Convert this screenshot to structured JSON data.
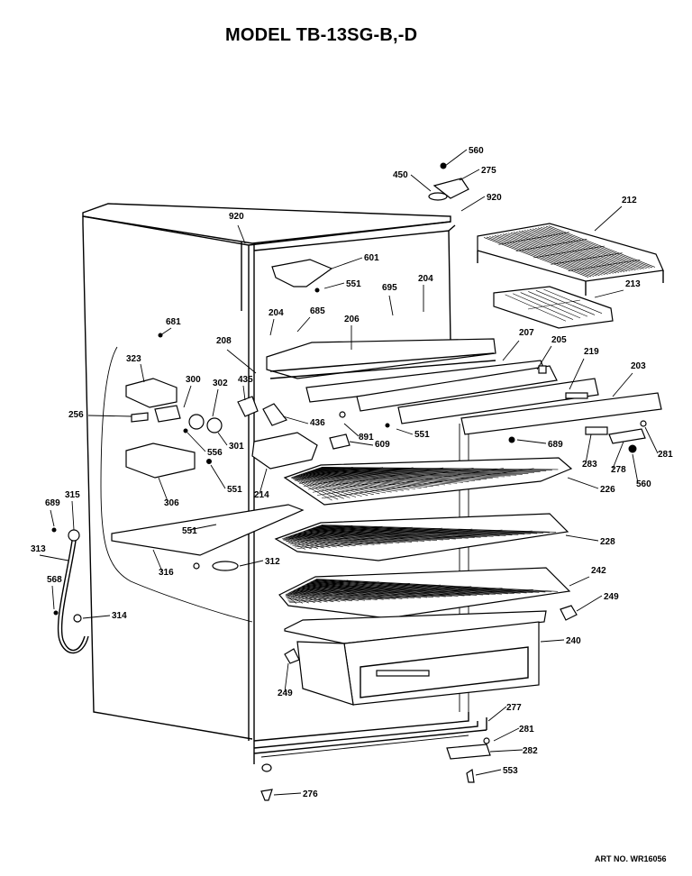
{
  "title": "MODEL TB-13SG-B,-D",
  "art_no": "ART NO. WR16056",
  "labels": {
    "l560a": "560",
    "l275": "275",
    "l450": "450",
    "l920a": "920",
    "l212": "212",
    "l920b": "920",
    "l601": "601",
    "l551a": "551",
    "l695": "695",
    "l204a": "204",
    "l213": "213",
    "l204b": "204",
    "l685": "685",
    "l206": "206",
    "l681": "681",
    "l208": "208",
    "l207": "207",
    "l205": "205",
    "l219": "219",
    "l203": "203",
    "l323": "323",
    "l435": "435",
    "l300": "300",
    "l302": "302",
    "l436": "436",
    "l891": "891",
    "l551b": "551",
    "l256": "256",
    "l609": "609",
    "l689a": "689",
    "l281a": "281",
    "l556": "556",
    "l301": "301",
    "l283": "283",
    "l278": "278",
    "l560b": "560",
    "l551c": "551",
    "l214": "214",
    "l226": "226",
    "l306": "306",
    "l689b": "689",
    "l315": "315",
    "l551d": "551",
    "l228": "228",
    "l313": "313",
    "l316": "316",
    "l312": "312",
    "l242": "242",
    "l568": "568",
    "l249a": "249",
    "l314": "314",
    "l240": "240",
    "l249b": "249",
    "l277": "277",
    "l281b": "281",
    "l282": "282",
    "l553": "553",
    "l276": "276"
  }
}
